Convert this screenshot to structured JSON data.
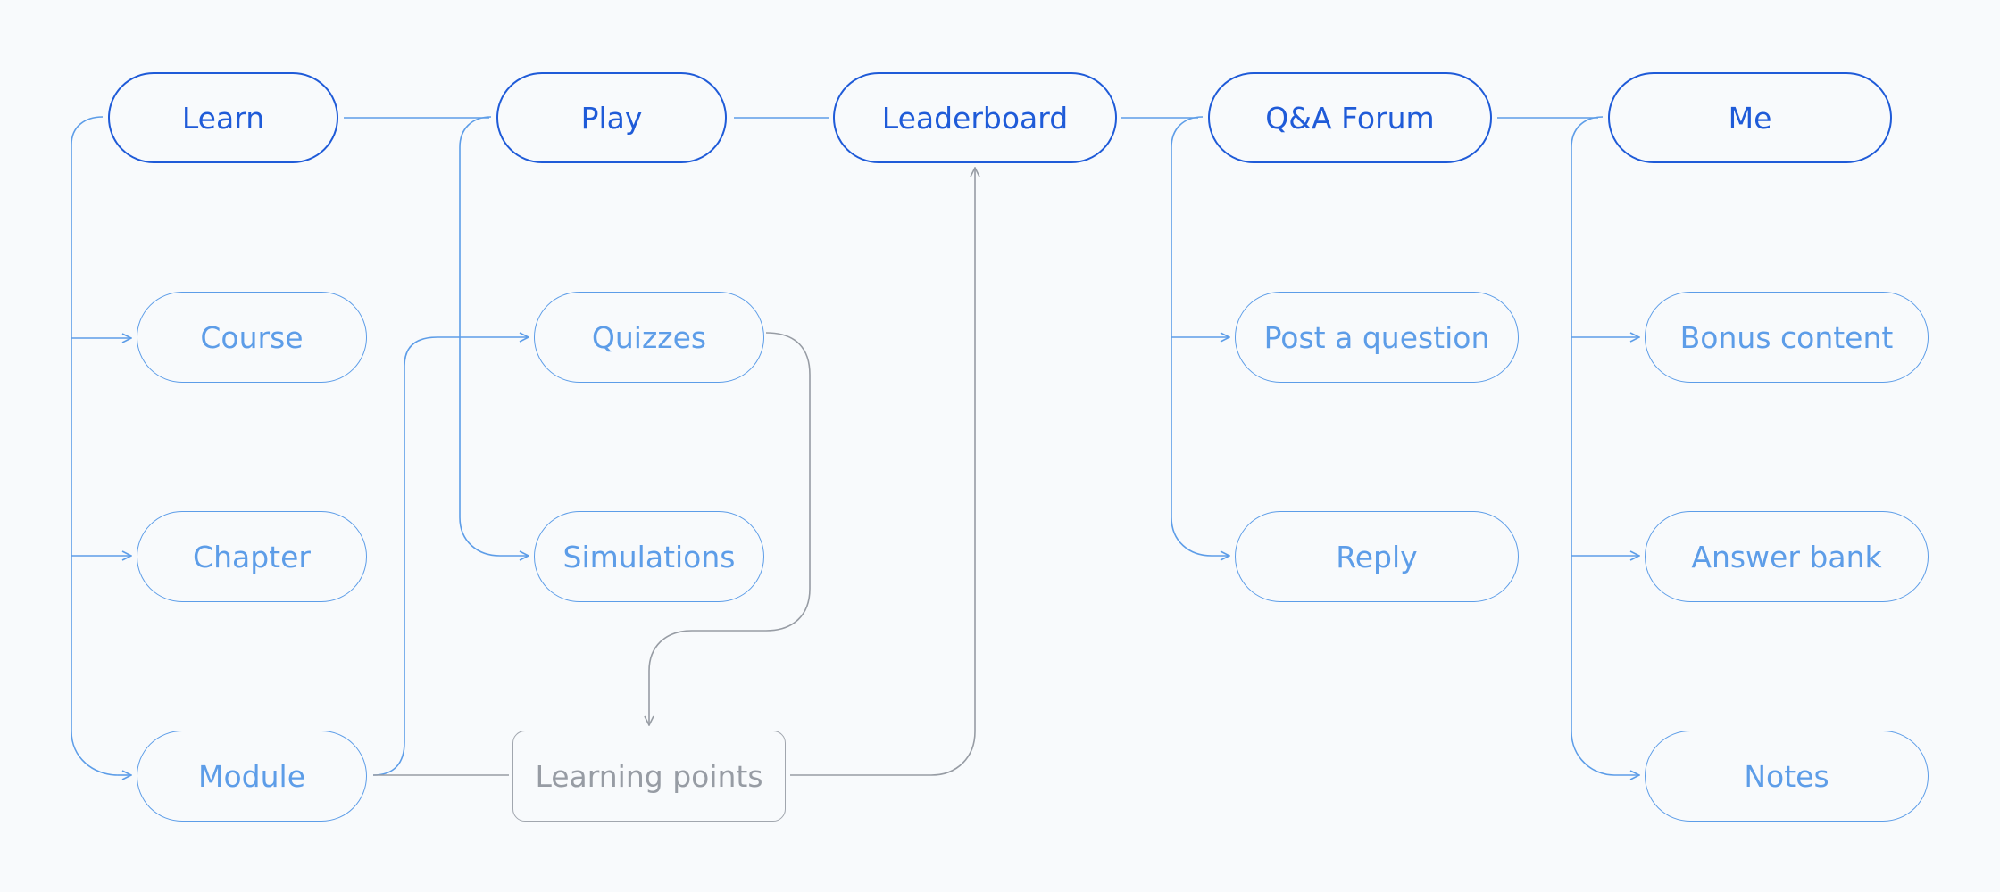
{
  "colors": {
    "background": "#f8fafc",
    "primary": "#1f5bd8",
    "secondary": "#5d9de8",
    "muted": "#a1a6ae"
  },
  "nav": {
    "learn": "Learn",
    "play": "Play",
    "leaderboard": "Leaderboard",
    "forum": "Q&A Forum",
    "me": "Me"
  },
  "learn_children": {
    "course": "Course",
    "chapter": "Chapter",
    "module": "Module"
  },
  "play_children": {
    "quizzes": "Quizzes",
    "simulations": "Simulations"
  },
  "learning_points": "Learning points",
  "forum_children": {
    "post": "Post a question",
    "reply": "Reply"
  },
  "me_children": {
    "bonus": "Bonus content",
    "answer_bank": "Answer bank",
    "notes": "Notes"
  }
}
